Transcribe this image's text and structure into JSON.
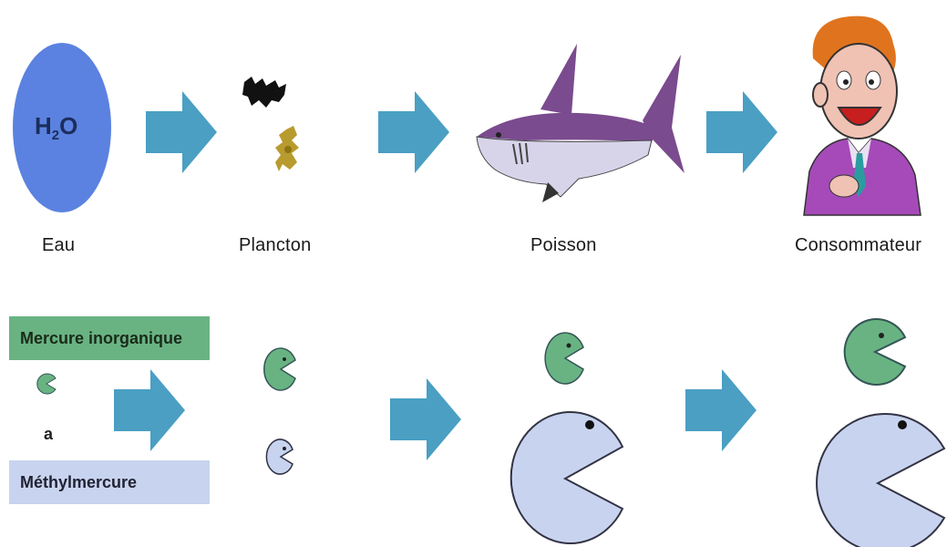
{
  "food_chain": {
    "water_symbol": {
      "main": "H",
      "sub": "2",
      "tail": "O"
    },
    "labels": [
      "Eau",
      "Plancton",
      "Poisson",
      "Consommateur"
    ]
  },
  "legend": {
    "inorganic": "Mercure inorganique",
    "methyl": "Méthylmercure",
    "connector": "a"
  },
  "colors": {
    "arrow": "#4a9fc3",
    "water": "#5b82e0",
    "inorganic": "#69b383",
    "methyl": "#c8d4ef",
    "shark_top": "#7a4b8e",
    "shark_bottom": "#d7d4ea"
  }
}
